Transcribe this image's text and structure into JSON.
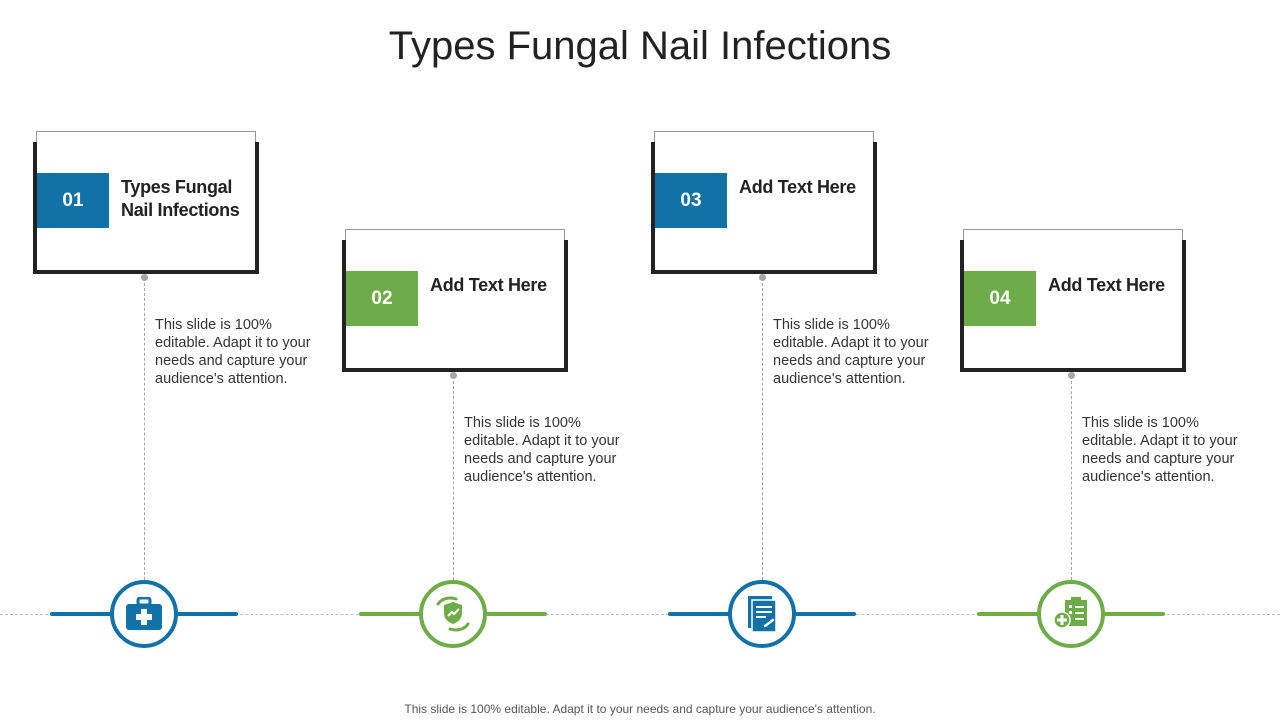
{
  "title": "Types Fungal Nail Infections",
  "footer": "This slide is 100% editable. Adapt it to your needs and capture your audience's attention.",
  "colors": {
    "blue": "#1272A6",
    "green": "#6EAC4A"
  },
  "steps": [
    {
      "number": "01",
      "label": "Types Fungal Nail Infections",
      "description": "This slide is 100% editable. Adapt it to your needs and capture your audience's attention.",
      "color": "blue",
      "icon": "medical-kit-icon"
    },
    {
      "number": "02",
      "label": "Add Text Here",
      "description": "This slide is 100% editable. Adapt it to your needs and capture your audience's attention.",
      "color": "green",
      "icon": "hand-shield-icon"
    },
    {
      "number": "03",
      "label": "Add Text Here",
      "description": "This slide is 100% editable. Adapt it to your needs and capture your audience's attention.",
      "color": "blue",
      "icon": "document-wrench-icon"
    },
    {
      "number": "04",
      "label": "Add Text Here",
      "description": "This slide is 100% editable. Adapt it to your needs and capture your audience's attention.",
      "color": "green",
      "icon": "health-checklist-icon"
    }
  ]
}
